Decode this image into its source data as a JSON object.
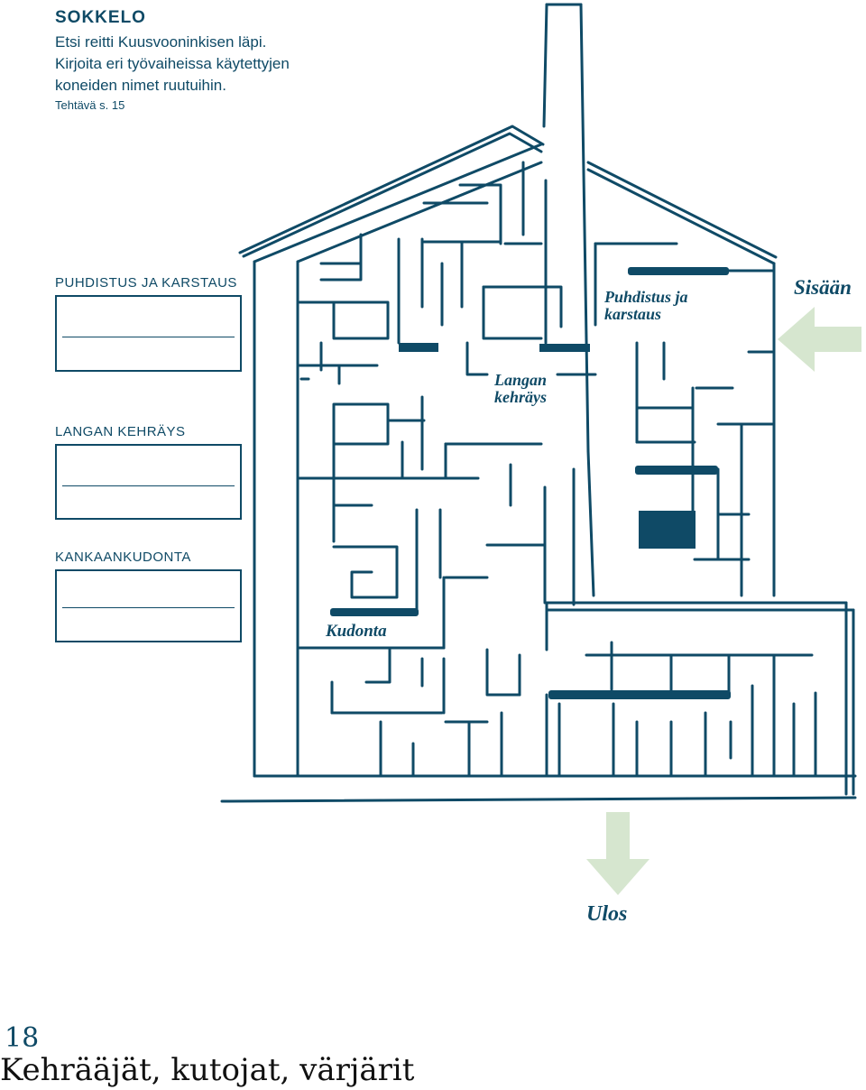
{
  "header": {
    "title": "SOKKELO",
    "instructions": [
      "Etsi reitti Kuusvooninkisen läpi.",
      "Kirjoita eri työvaiheissa käytettyjen",
      "koneiden nimet ruutuihin."
    ],
    "reference": "Tehtävä s. 15"
  },
  "answer_boxes": [
    {
      "label": "PUHDISTUS JA KARSTAUS"
    },
    {
      "label": "LANGAN KEHRÄYS"
    },
    {
      "label": "KANKAANKUDONTA"
    }
  ],
  "maze": {
    "label_puhdistus": [
      "Puhdistus ja",
      "karstaus"
    ],
    "label_kehrays": [
      "Langan",
      "kehräys"
    ],
    "label_kudonta": "Kudonta",
    "entry_label": "Sisään",
    "exit_label": "Ulos",
    "line_color": "#0f4a66",
    "arrow_color": "#d6e6cf"
  },
  "footer": {
    "page_number": "18",
    "book_title": "Kehrääjät, kutojat, värjärit"
  }
}
